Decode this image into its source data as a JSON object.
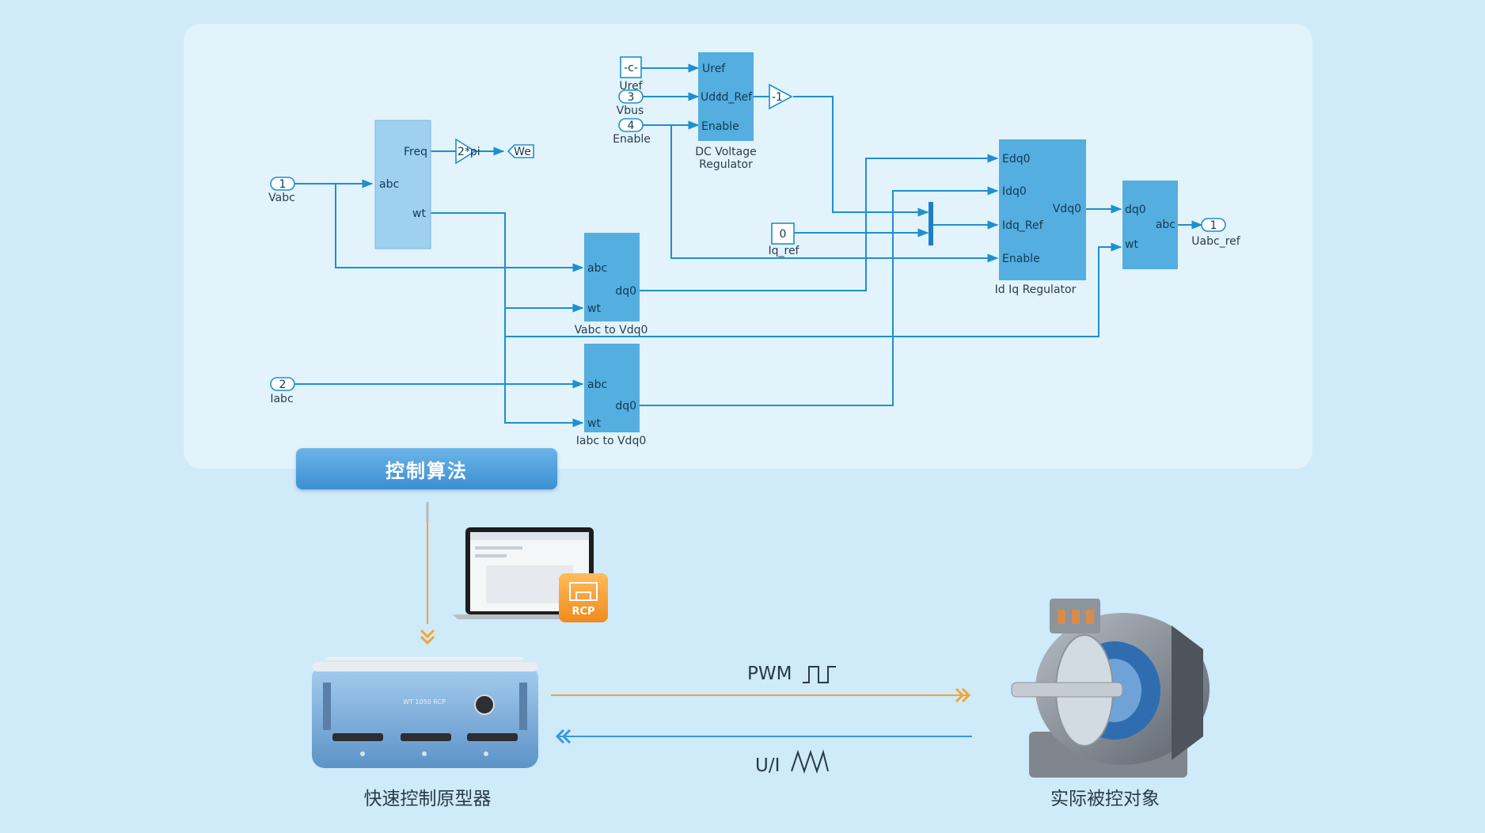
{
  "algorithm_button": "控制算法",
  "inports": [
    {
      "num": "1",
      "name": "Vabc"
    },
    {
      "num": "2",
      "name": "Iabc"
    },
    {
      "num": "3",
      "name": "Vbus"
    },
    {
      "num": "4",
      "name": "Enable"
    }
  ],
  "constants": {
    "uref": {
      "value": "-c-",
      "name": "Uref"
    },
    "iq_ref": {
      "value": "0",
      "name": "Iq_ref"
    }
  },
  "pll_block": {
    "freq": "Freq",
    "abc": "abc",
    "wt": "wt"
  },
  "gain_2pi": "2*pi",
  "goto_we": "We",
  "dc_regulator": {
    "ports_in": [
      "Uref",
      "Udc",
      "Enable"
    ],
    "port_out": "Id_Ref",
    "name_line1": "DC Voltage",
    "name_line2": "Regulator"
  },
  "gain_neg1": "-1",
  "vabc_to_vdq0": {
    "abc": "abc",
    "wt": "wt",
    "dq0": "dq0",
    "name": "Vabc to Vdq0"
  },
  "iabc_to_vdq0": {
    "abc": "abc",
    "wt": "wt",
    "dq0": "dq0",
    "name": "Iabc to Vdq0"
  },
  "idiq_regulator": {
    "ports_in": [
      "Edq0",
      "Idq0",
      "Idq_Ref",
      "Enable"
    ],
    "port_out": "Vdq0",
    "name": "Id Iq Regulator"
  },
  "dq0_to_abc": {
    "dq0": "dq0",
    "wt": "wt",
    "abc": "abc"
  },
  "outport": {
    "num": "1",
    "name": "Uabc_ref"
  },
  "laptop_badge": "RCP",
  "device_panel_text": "WT 1050 RCP",
  "signals": {
    "pwm": "PWM",
    "ui": "U/I"
  },
  "colors": {
    "pwm_line": "#f0a43a",
    "ui_line": "#3a98dc",
    "block": "#54aedf",
    "wire": "#1f8fd0"
  },
  "captions": {
    "device": "快速控制原型器",
    "plant": "实际被控对象"
  }
}
